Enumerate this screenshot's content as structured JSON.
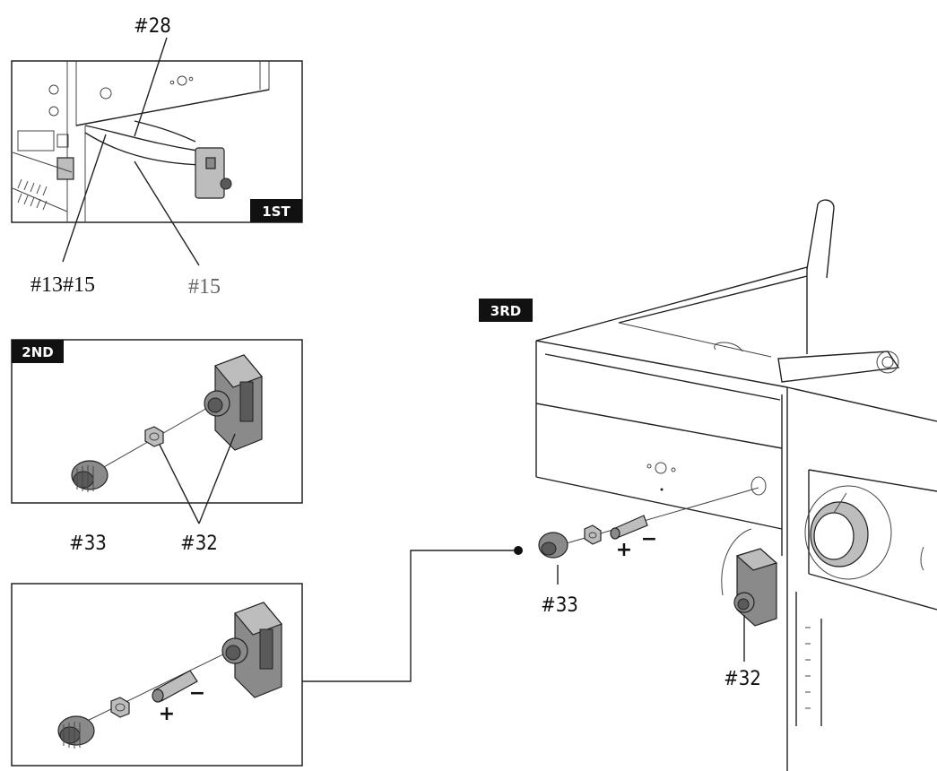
{
  "labels": {
    "p28": "#28",
    "p13_15": "#13#15",
    "p15": "#15",
    "p33_a": "#33",
    "p32_a": "#32",
    "p33_b": "#33",
    "p32_b": "#32"
  },
  "steps": {
    "first": "1ST",
    "second": "2ND",
    "third": "3RD"
  },
  "polarity": {
    "plus_a": "+",
    "minus_a": "−",
    "plus_b": "+",
    "minus_b": "−"
  }
}
